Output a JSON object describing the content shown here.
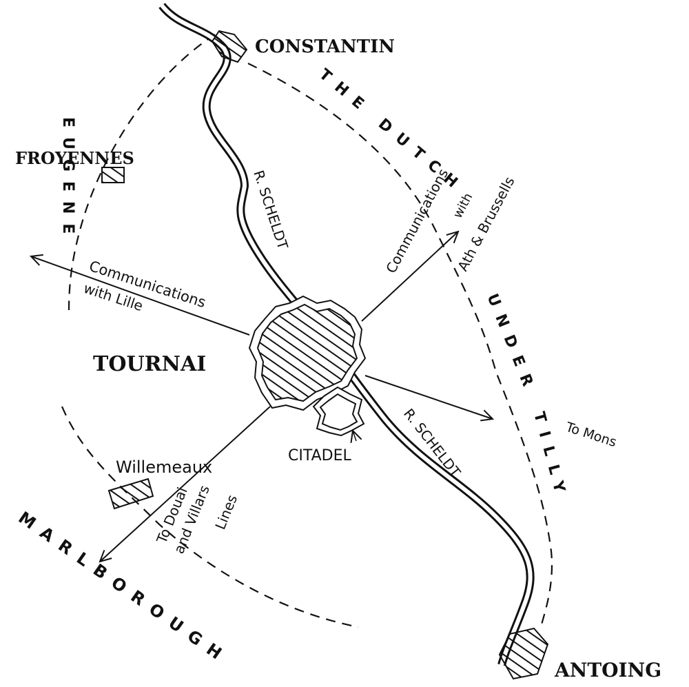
{
  "title": "Tournai siege map",
  "colors": {
    "ink": "#111111",
    "paper": "#ffffff"
  },
  "places": {
    "constantin": "CONSTANTIN",
    "froyennes": "FROYENNES",
    "tournai": "TOURNAI",
    "citadel": "CITADEL",
    "willemeaux": "Willemeaux",
    "antoing": "ANTOING"
  },
  "river": {
    "upper": "R. SCHELDT",
    "lower": "R. SCHELDT"
  },
  "armies": {
    "eugene": "EUGENE",
    "dutch_1": "THE DUTCH",
    "dutch_2": "UNDER",
    "dutch_3": "TILLY",
    "marlborough": "MARLBOROUGH"
  },
  "routes": {
    "lille_1": "Communications",
    "lille_2": "with Lille",
    "ath_1": "Communications",
    "ath_2": "with",
    "ath_3": "Ath & Brussells",
    "mons": "To Mons",
    "douai_1": "To Douai",
    "douai_2": "and Villars",
    "douai_3": "Lines"
  }
}
